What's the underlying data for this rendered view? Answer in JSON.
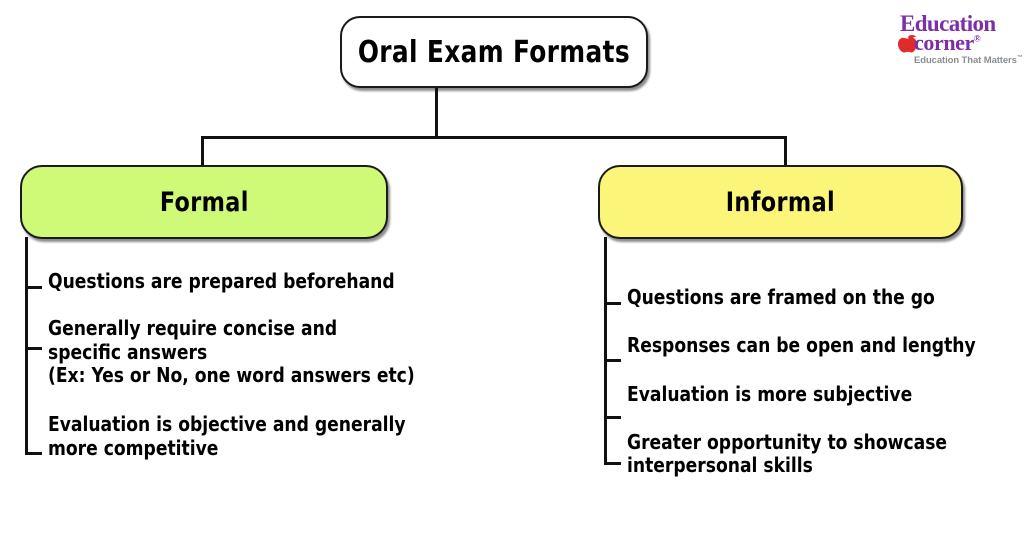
{
  "diagram": {
    "root": {
      "label": "Oral Exam Formats"
    },
    "branches": [
      {
        "label": "Formal",
        "color": "#cefa78",
        "bullets": [
          "Questions are prepared beforehand",
          "Generally require concise and\nspecific answers\n(Ex: Yes or No, one word answers etc)",
          "Evaluation is objective and generally\nmore competitive"
        ]
      },
      {
        "label": "Informal",
        "color": "#fbf67a",
        "bullets": [
          "Questions are framed on the go",
          "Responses can be open and lengthy",
          "Evaluation is more subjective",
          "Greater opportunity to showcase\ninterpersonal skills"
        ]
      }
    ]
  },
  "logo": {
    "word_top": "Education",
    "word_bottom": "corner",
    "registered": "®",
    "tagline": "Education That Matters",
    "trademark": "™",
    "brand_color": "#7b2fa8",
    "apple_color": "#e02b2b"
  }
}
